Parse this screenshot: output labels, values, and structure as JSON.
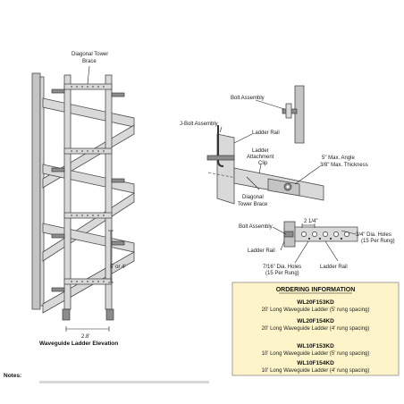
{
  "left_view": {
    "title": "Waveguide Ladder Elevation",
    "labels": {
      "diagonal_brace": [
        "Diagonal Tower",
        "Brace"
      ],
      "rung_spacing": "5' or 4'",
      "width": "2.8'"
    }
  },
  "right_view": {
    "labels": {
      "bolt_assembly_top": "Bolt Assembly",
      "j_bolt": "J-Bolt Assembly",
      "ladder_rail_top": "Ladder Rail",
      "attachment_clip": [
        "Ladder",
        "Attachment",
        "Clip"
      ],
      "max_angle": [
        "5\" Max. Angle",
        "3/8\" Max. Thickness"
      ],
      "diagonal_brace": [
        "Diagonal",
        "Tower Brace"
      ],
      "bolt_assembly_bottom": "Bolt Assembly",
      "spacing": "2 1/4\"",
      "holes_34": [
        "3/4\" Dia. Holes",
        "(15 Per Rung)"
      ],
      "ladder_rail_left": "Ladder Rail",
      "holes_716": [
        "7/16\" Dia. Holes",
        "(15 Per Rung)"
      ],
      "ladder_rail_bottom": "Ladder Rail"
    }
  },
  "ordering": {
    "title": "ORDERING INFORMATION",
    "items": [
      {
        "code": "WL20F153KD",
        "desc": "20' Long Waveguide Ladder (5' rung spacing)"
      },
      {
        "code": "WL20F154KD",
        "desc": "20' Long Waveguide Ladder (4' rung spacing)"
      },
      {
        "code": "WL10F153KD",
        "desc": "10' Long Waveguide Ladder (5' rung spacing)"
      },
      {
        "code": "WL10F154KD",
        "desc": "10' Long Waveguide Ladder (4' rung spacing)"
      }
    ]
  },
  "notes": {
    "label": "Notes:"
  },
  "colors": {
    "ordering_box_fill": "#fdf5c9",
    "ordering_box_stroke": "#8a8a8a",
    "steel": "#d9d9d9"
  }
}
